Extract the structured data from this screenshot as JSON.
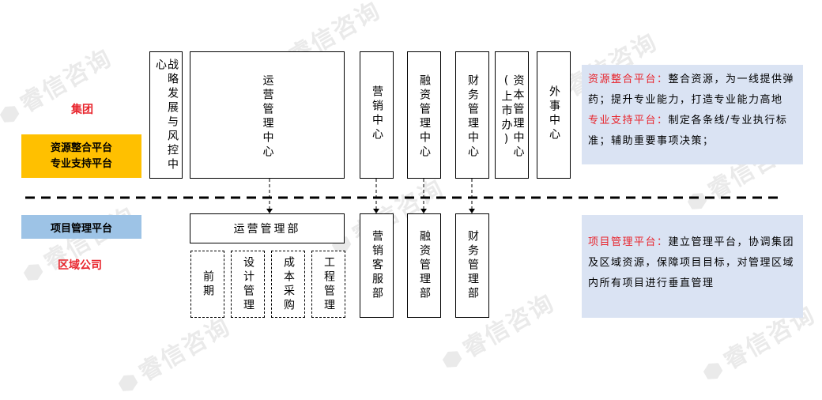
{
  "watermark": "睿信咨询",
  "left_labels": {
    "group": "集团",
    "group_bar_line1": "资源整合平台",
    "group_bar_line2": "专业支持平台",
    "project_bar": "项目管理平台",
    "regional": "区域公司"
  },
  "top_boxes": {
    "strategy": "战略发展与风控中心",
    "operations": "运营管理中心",
    "marketing": "营销中心",
    "financing": "融资管理中心",
    "finance": "财务管理中心",
    "capital": "资本管理中心(上市办)",
    "external": "外事中心"
  },
  "bottom_boxes": {
    "ops_dept": "运营管理部",
    "early_stage": "前期",
    "design_mgmt": "设计管理",
    "cost_procurement": "成本采购",
    "engineering_mgmt": "工程管理",
    "marketing_service": "营销客服部",
    "financing_dept": "融资管理部",
    "finance_dept": "财务管理部"
  },
  "right_panel_top": {
    "title1": "资源整合平台：",
    "text1": "整合资源，为一线提供弹药；提升专业能力，打造专业能力高地",
    "title2": "专业支持平台：",
    "text2": "制定各条线/专业执行标准；辅助重要事项决策；"
  },
  "right_panel_bottom": {
    "title": "项目管理平台：",
    "text": "建立管理平台，协调集团及区域资源，保障项目目标，对管理区域内所有项目进行垂直管理"
  },
  "colors": {
    "orange": "#ffc000",
    "blue": "#9dc3e6",
    "panel": "#dae3f3",
    "red": "#e8242c"
  }
}
